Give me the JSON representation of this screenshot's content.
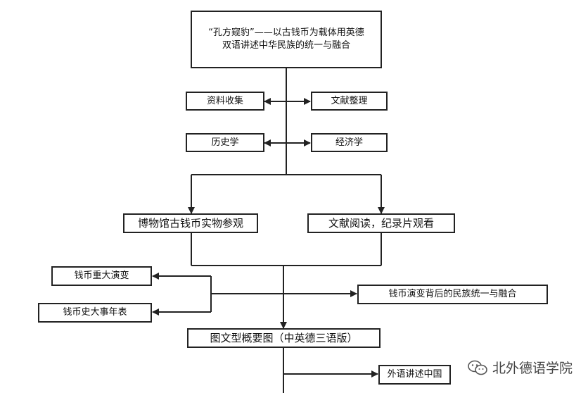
{
  "nodes": {
    "title": "“孔方窥豹”——以古钱币为载体用英德\n双语讲述中华民族的统一与融合",
    "collect": "资料收集",
    "organize": "文献整理",
    "history": "历史学",
    "economics": "经济学",
    "museum": "博物馆古钱币实物参观",
    "reading": "文献阅读，纪录片观看",
    "evolution": "钱币重大演变",
    "chronology": "钱币史大事年表",
    "unity": "钱币演变背后的民族统一与融合",
    "overview": "图文型概要图（中英德三语版）",
    "foreign": "外语讲述中国"
  },
  "watermark": {
    "text": "北外德语学院",
    "icon": "wechat-icon"
  }
}
